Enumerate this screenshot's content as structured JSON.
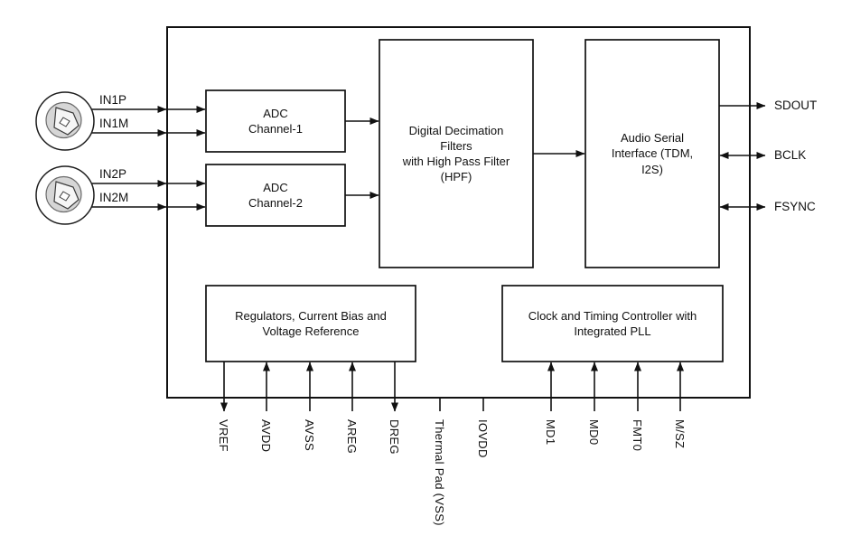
{
  "inputs": [
    {
      "label": "IN1P",
      "direction": "input"
    },
    {
      "label": "IN1M",
      "direction": "input"
    },
    {
      "label": "IN2P",
      "direction": "input"
    },
    {
      "label": "IN2M",
      "direction": "input"
    }
  ],
  "blocks": {
    "adc_channel_1": "ADC\nChannel-1",
    "adc_channel_2": "ADC\nChannel-2",
    "decimation_filter": "Digital Decimation\nFilters\nwith High Pass Filter\n(HPF)",
    "audio_serial_interface": "Audio Serial\nInterface (TDM,\nI2S)",
    "regulators": "Regulators, Current Bias and\nVoltage Reference",
    "clock_controller": "Clock and Timing Controller with\nIntegrated PLL"
  },
  "serial_pins": [
    {
      "label": "SDOUT",
      "direction": "output"
    },
    {
      "label": "BCLK",
      "direction": "bidirectional"
    },
    {
      "label": "FSYNC",
      "direction": "bidirectional"
    }
  ],
  "bottom_pins": [
    {
      "label": "VREF",
      "direction": "output"
    },
    {
      "label": "AVDD",
      "direction": "input"
    },
    {
      "label": "AVSS",
      "direction": "input"
    },
    {
      "label": "AREG",
      "direction": "input"
    },
    {
      "label": "DREG",
      "direction": "output"
    },
    {
      "label": "Thermal Pad (VSS)",
      "direction": "none"
    },
    {
      "label": "IOVDD",
      "direction": "none"
    },
    {
      "label": "MD1",
      "direction": "input"
    },
    {
      "label": "MD0",
      "direction": "input"
    },
    {
      "label": "FMT0",
      "direction": "input"
    },
    {
      "label": "M/SZ",
      "direction": "input"
    }
  ],
  "icons": [
    {
      "name": "microphone-icon",
      "count": 2
    }
  ],
  "colors": {
    "line": "#111111",
    "block_fill": "#ffffff",
    "background": "#ffffff",
    "mic_fill": "#d6d6d6"
  }
}
